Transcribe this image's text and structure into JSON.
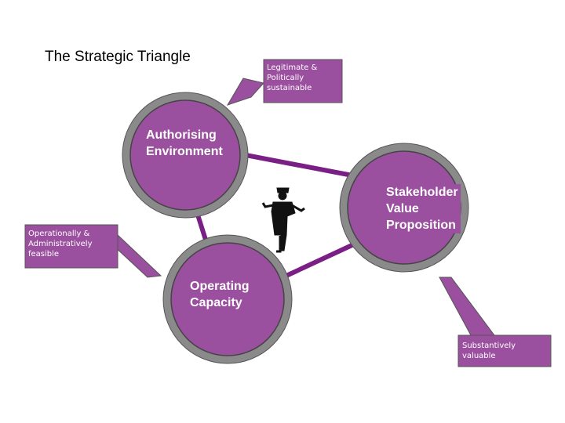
{
  "title": "The Strategic Triangle",
  "nodes": {
    "authorising": {
      "line1": "Authorising",
      "line2": "Environment"
    },
    "stakeholder": {
      "line1": "Stakeholder",
      "line2": "Value",
      "line3": "Proposition"
    },
    "operating": {
      "line1": "Operating",
      "line2": "Capacity"
    }
  },
  "callouts": {
    "legitimate": {
      "line1": "Legitimate &",
      "line2": "Politically",
      "line3": "sustainable"
    },
    "operational": {
      "line1": "Operationally &",
      "line2": "Administratively",
      "line3": "feasible"
    },
    "substantive": {
      "line1": "Substantively",
      "line2": "valuable"
    }
  },
  "colors": {
    "circle_fill": "#9b4f9f",
    "ring": "#8a8a8a",
    "connector": "#7a1f86",
    "callout_fill": "#9b4f9f"
  },
  "icons": {
    "center_figure": "person-presenting-icon"
  }
}
